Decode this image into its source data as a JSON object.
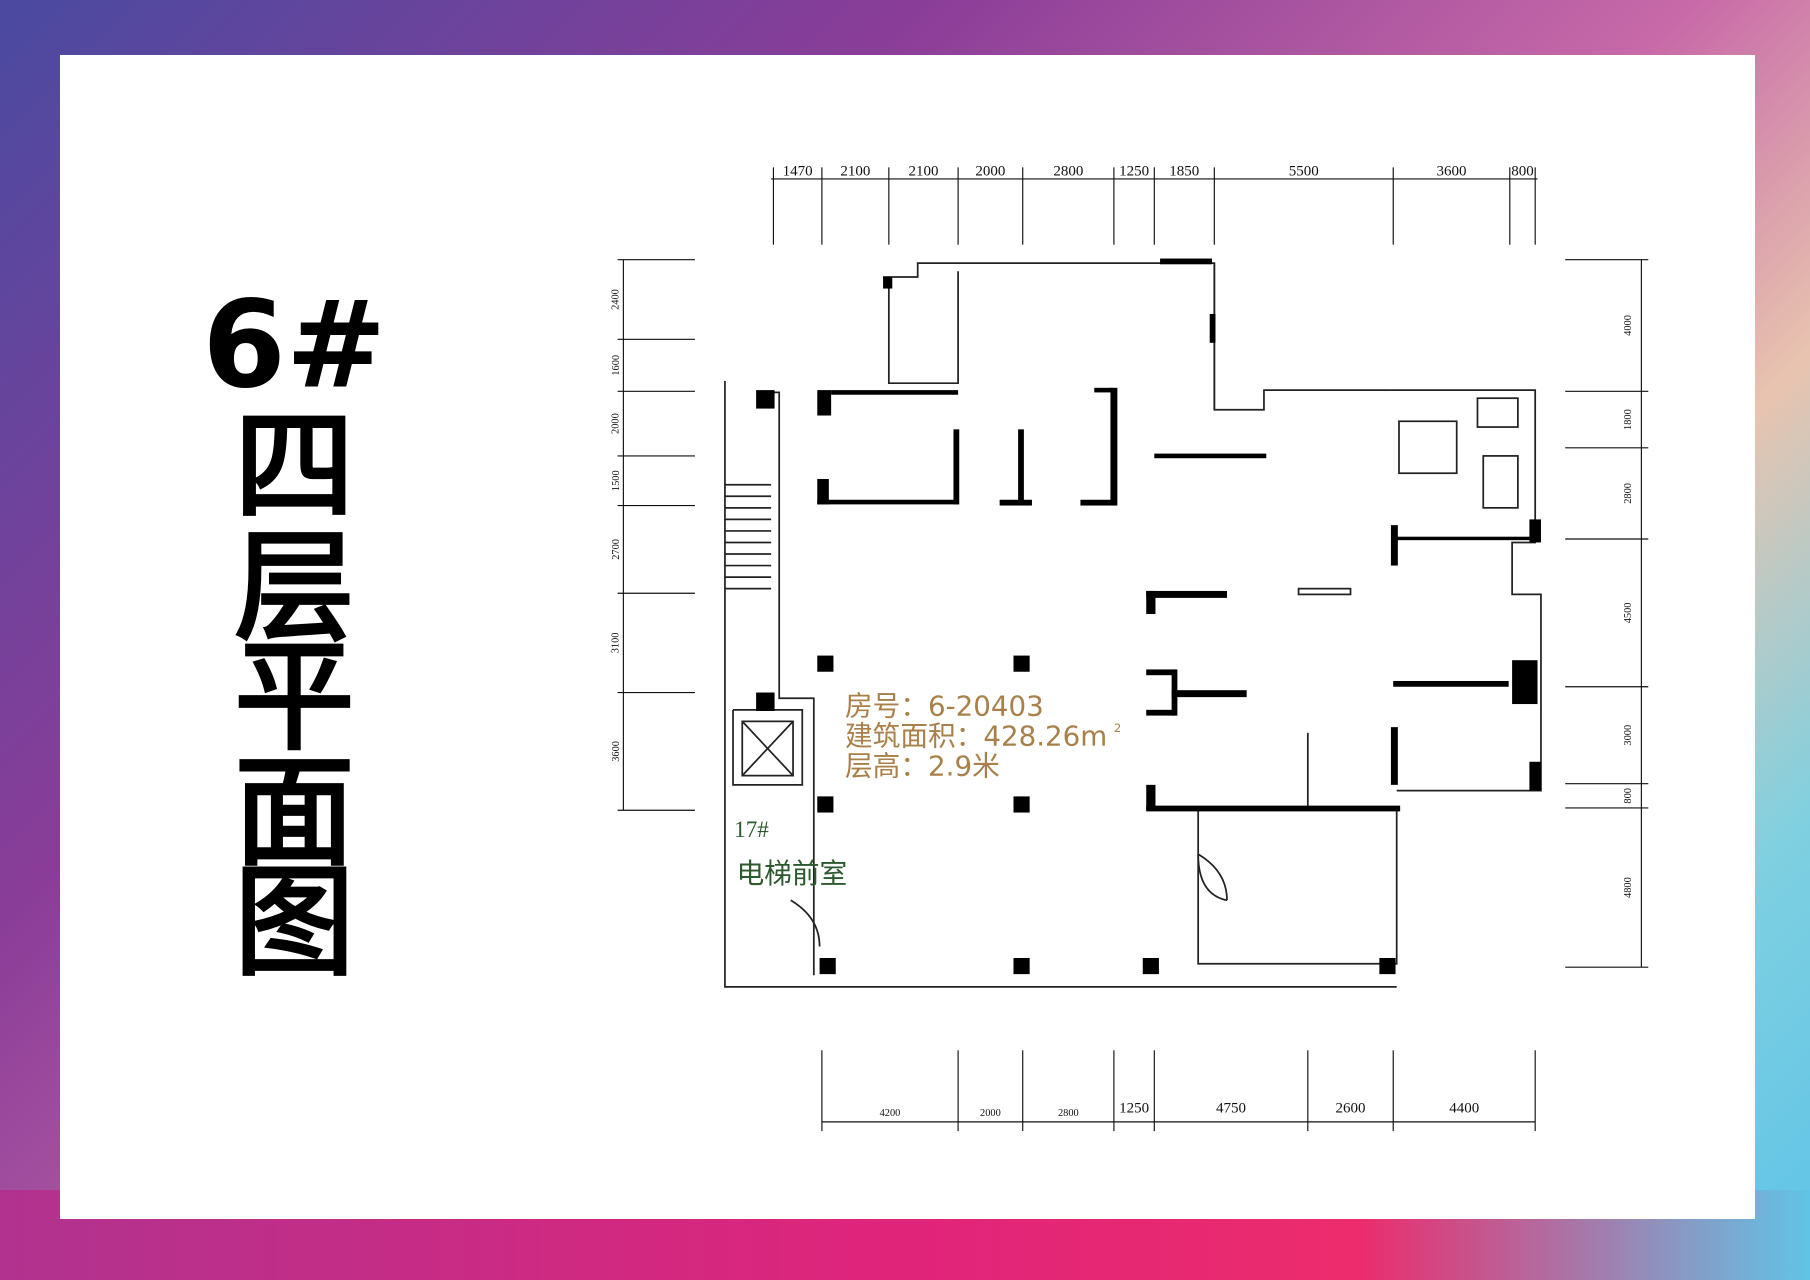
{
  "title": {
    "building": "6#",
    "chars": [
      "四",
      "层",
      "平",
      "面",
      "图"
    ]
  },
  "unit_info": {
    "room_no": "房号：6-20403",
    "area": "建筑面积：428.26m",
    "area_sup": "2",
    "height": "层高：2.9米"
  },
  "lobby": {
    "number": "17#",
    "name": "电梯前室"
  },
  "dims": {
    "top": [
      "1470",
      "2100",
      "2100",
      "2000",
      "2800",
      "1250",
      "1850",
      "5500",
      "3600",
      "800"
    ],
    "bottom": [
      "4200",
      "2000",
      "2800",
      "1250",
      "4750",
      "2600",
      "4400"
    ],
    "left": [
      "2400",
      "1600",
      "2000",
      "1500",
      "2700",
      "3100",
      "3600"
    ],
    "right": [
      "4000",
      "1800",
      "2800",
      "4500",
      "3000",
      "800",
      "4800"
    ]
  },
  "colors": {
    "info": "#a9804a",
    "lobby": "#2d5a2d"
  }
}
